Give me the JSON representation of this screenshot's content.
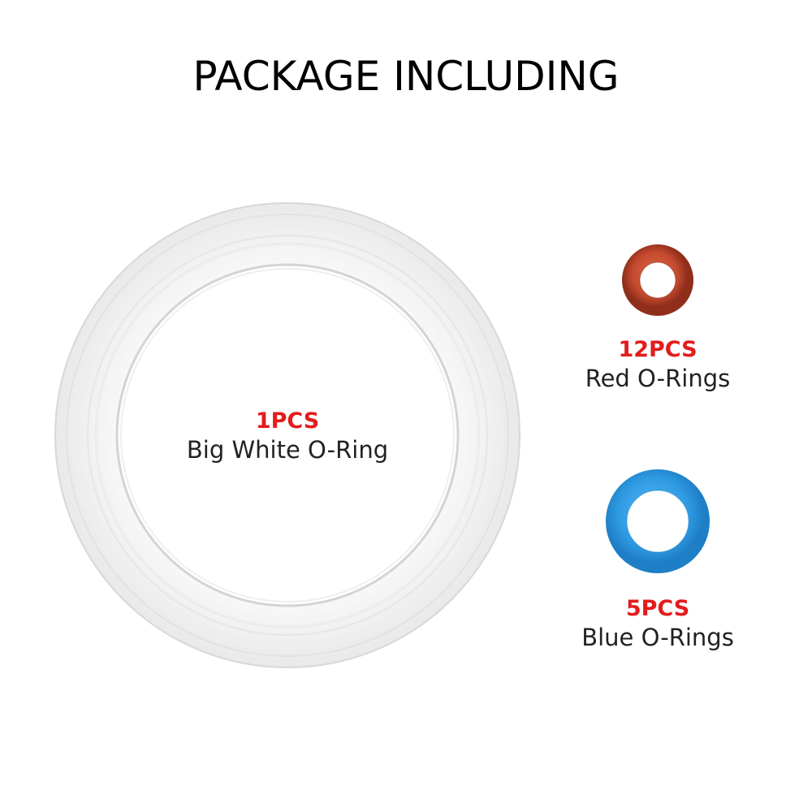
{
  "title": "PACKAGE INCLUDING",
  "colors": {
    "quantity_text": "#e31c1c",
    "white_ring": "#f6f6f6",
    "white_ring_edge": "#dcdcdc",
    "red_ring": "#c84a2e",
    "blue_ring": "#2f9be3"
  },
  "items": [
    {
      "quantity": "1PCS",
      "description": "Big White O-Ring"
    },
    {
      "quantity": "12PCS",
      "description": "Red O-Rings"
    },
    {
      "quantity": "5PCS",
      "description": "Blue O-Rings"
    }
  ]
}
